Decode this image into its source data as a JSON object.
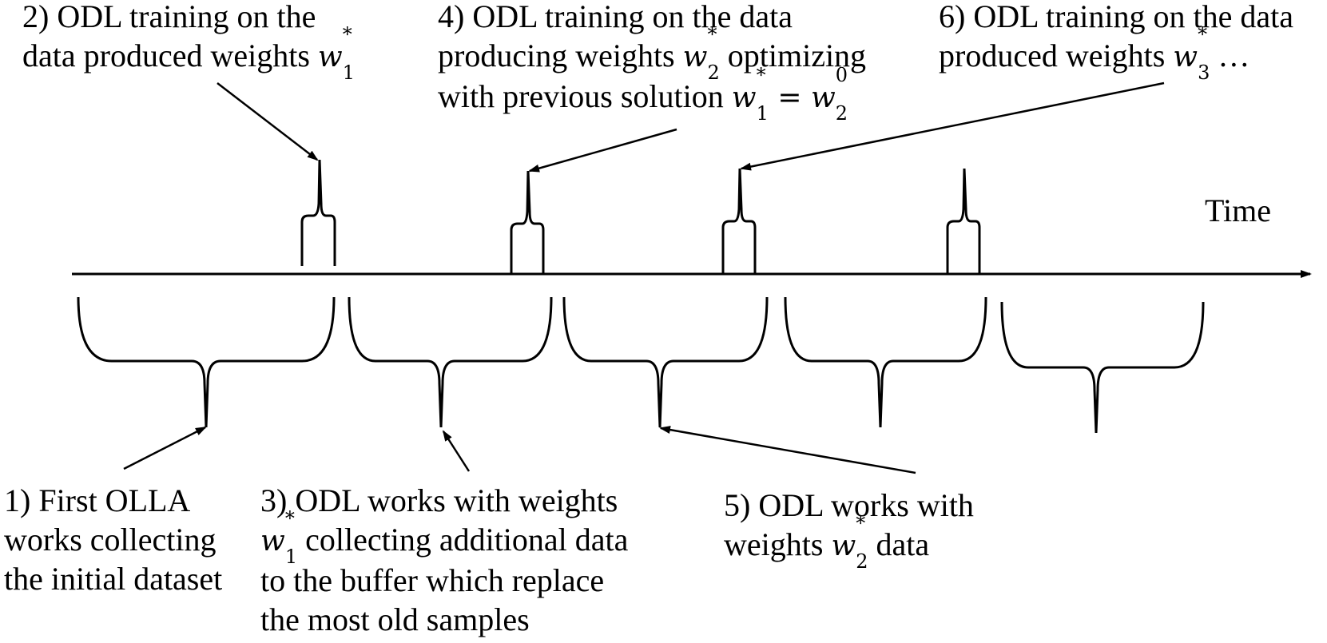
{
  "axis": {
    "label": "Time"
  },
  "annotations": {
    "a1": {
      "lines": [
        "1) First OLLA",
        "works collecting",
        "the initial dataset"
      ]
    },
    "a2": {
      "line1": "2) ODL training on the",
      "line2_pre": "data produced weights ",
      "w": "w",
      "sup": "*",
      "sub": "1"
    },
    "a3": {
      "line1": "3) ODL works with weights",
      "w": "w",
      "sup": "*",
      "sub": "1",
      "line2_post": " collecting additional data",
      "line3": "to the buffer which replace",
      "line4": "the most old samples"
    },
    "a4": {
      "line1": "4) ODL training on the data",
      "line2_pre": "producing weights ",
      "w2": "w",
      "sup2": "*",
      "sub2": "2",
      "line2_post": " optimizing",
      "line3_pre": "with previous solution ",
      "w3a": "w",
      "sup3a": "*",
      "sub3a": "1",
      "eq": " = ",
      "w3b": "w",
      "sup3b": "0",
      "sub3b": "2"
    },
    "a5": {
      "line1": "5) ODL works with",
      "line2_pre": "weights ",
      "w": "w",
      "sup": "*",
      "sub": "2",
      "line2_post": " data"
    },
    "a6": {
      "line1": "6) ODL training on the data",
      "line2_pre": "produced weights ",
      "w": "w",
      "sup": "*",
      "sub": "3",
      "line2_post": " …"
    }
  }
}
